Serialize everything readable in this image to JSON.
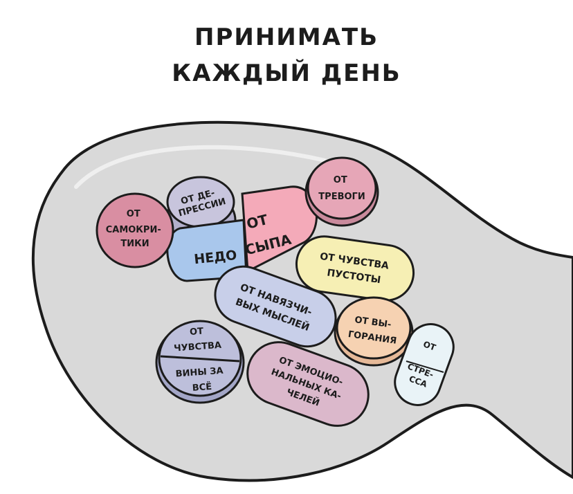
{
  "title": {
    "line1": "ПРИНИМАТЬ",
    "line2": "КАЖДЫЙ ДЕНЬ"
  },
  "pills": [
    {
      "lines": [
        "ОТ",
        "САМОКРИ-",
        "ТИКИ"
      ],
      "color": "#d98ea2"
    },
    {
      "lines": [
        "ОТ ДЕ-",
        "ПРЕССИИ"
      ],
      "color": "#c8c5dd"
    },
    {
      "lines": [
        "НЕДО"
      ],
      "color": "#a9c7ec"
    },
    {
      "lines": [
        "ОТ",
        "СЫПА"
      ],
      "color": "#f4aab9"
    },
    {
      "lines": [
        "ОТ",
        "ТРЕВОГИ"
      ],
      "color": "#e6a6b7"
    },
    {
      "lines": [
        "ОТ ЧУВСТВА",
        "ПУСТОТЫ"
      ],
      "color": "#f6efb4"
    },
    {
      "lines": [
        "ОТ НАВЯЗЧИ-",
        "ВЫХ МЫСЛЕЙ"
      ],
      "color": "#c8cfe9"
    },
    {
      "lines": [
        "ОТ ВЫ-",
        "ГОРАНИЯ"
      ],
      "color": "#f6d2b2"
    },
    {
      "lines": [
        "ОТ",
        "СТРЕ-",
        "ССА"
      ],
      "color": "#e9f3f7"
    },
    {
      "lines": [
        "ОТ",
        "ЧУВСТВА"
      ],
      "color": "#bdbfdb"
    },
    {
      "lines": [
        "ВИНЫ ЗА",
        "ВСЁ"
      ],
      "color": "#bdbfdb"
    },
    {
      "lines": [
        "ОТ ЭМОЦИО-",
        "НАЛЬНЫХ КА-",
        "ЧЕЛЕЙ"
      ],
      "color": "#dbb8cb"
    }
  ],
  "colors": {
    "spoon": "#d9d9d9",
    "outline": "#1c1c1c"
  }
}
